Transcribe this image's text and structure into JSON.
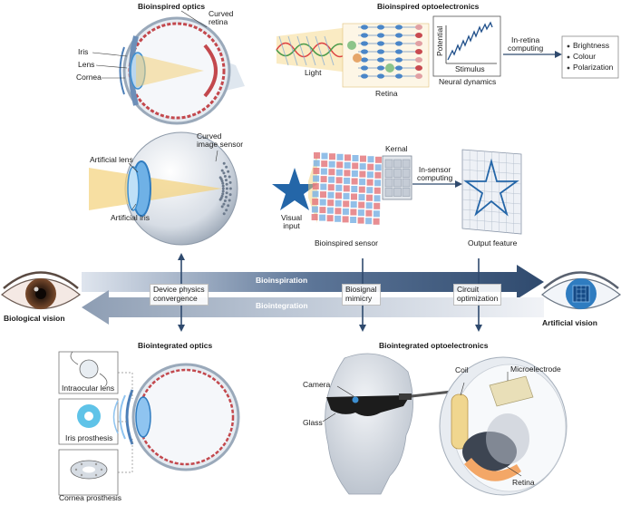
{
  "sections": {
    "bioinspired_optics": "Bioinspired optics",
    "bioinspired_optoelectronics": "Bioinspired optoelectronics",
    "biointegrated_optics": "Biointegrated optics",
    "biointegrated_optoelectronics": "Biointegrated optoelectronics"
  },
  "eye_labels": {
    "curved_retina": "Curved\nretina",
    "iris": "Iris",
    "lens": "Lens",
    "cornea": "Cornea"
  },
  "optoelectronics_labels": {
    "light": "Light",
    "retina": "Retina",
    "potential": "Potential",
    "stimulus": "Stimulus",
    "neural_dynamics": "Neural dynamics",
    "in_retina_computing": "In-retina\ncomputing",
    "features": [
      "Brightness",
      "Colour",
      "Polarization"
    ]
  },
  "artificial_eye_labels": {
    "curved_image_sensor": "Curved\nimage sensor",
    "artificial_lens": "Artificial lens",
    "artificial_iris": "Artificial iris"
  },
  "sensor_labels": {
    "visual_input": "Visual\ninput",
    "bioinspired_sensor": "Bioinspired sensor",
    "kernal": "Kernal",
    "in_sensor_computing": "In-sensor\ncomputing",
    "output_feature": "Output feature"
  },
  "middle": {
    "biological_vision": "Biological vision",
    "artificial_vision": "Artificial vision",
    "bioinspiration": "Bioinspiration",
    "biointegration": "Biointegration",
    "device_physics": "Device physics\nconvergence",
    "biosignal_mimicry": "Biosignal\nmimicry",
    "circuit_optimization": "Circuit\noptimization"
  },
  "biointegrated_optics_labels": {
    "intraocular_lens": "Intraocular lens",
    "iris_prosthesis": "Iris prosthesis",
    "cornea_prosthesis": "Cornea prosthesis"
  },
  "biointegrated_optoelectronics_labels": {
    "camera": "Camera",
    "glass": "Glass",
    "coil": "Coil",
    "microelectrode": "Microelectrode",
    "retina": "Retina"
  },
  "colors": {
    "arrow_dark": "#2f4a6e",
    "arrow_light": "#a9b6c8",
    "eye_blue": "#3d8fd1",
    "light_beam": "#f3d27a",
    "star_blue": "#2466a8"
  }
}
